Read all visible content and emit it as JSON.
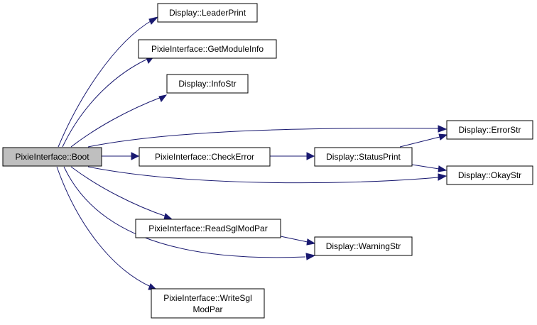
{
  "colors": {
    "edge": "#191970",
    "node_fill": "#ffffff",
    "root_fill": "#bfbfbf",
    "border": "#000000"
  },
  "nodes": {
    "boot": "PixieInterface::Boot",
    "leader_print": "Display::LeaderPrint",
    "get_module_info": "PixieInterface::GetModuleInfo",
    "info_str": "Display::InfoStr",
    "check_error": "PixieInterface::CheckError",
    "status_print": "Display::StatusPrint",
    "error_str": "Display::ErrorStr",
    "okay_str": "Display::OkayStr",
    "read_sgl_mod_par": "PixieInterface::ReadSglModPar",
    "warning_str": "Display::WarningStr",
    "write_sgl_mod_par_line1": "PixieInterface::WriteSgl",
    "write_sgl_mod_par_line2": "ModPar"
  },
  "edges": [
    {
      "from": "boot",
      "to": "leader_print"
    },
    {
      "from": "boot",
      "to": "get_module_info"
    },
    {
      "from": "boot",
      "to": "info_str"
    },
    {
      "from": "boot",
      "to": "error_str"
    },
    {
      "from": "boot",
      "to": "check_error"
    },
    {
      "from": "boot",
      "to": "okay_str"
    },
    {
      "from": "boot",
      "to": "read_sgl_mod_par"
    },
    {
      "from": "boot",
      "to": "warning_str"
    },
    {
      "from": "boot",
      "to": "write_sgl_mod_par"
    },
    {
      "from": "check_error",
      "to": "status_print"
    },
    {
      "from": "status_print",
      "to": "error_str"
    },
    {
      "from": "status_print",
      "to": "okay_str"
    },
    {
      "from": "read_sgl_mod_par",
      "to": "warning_str"
    }
  ]
}
